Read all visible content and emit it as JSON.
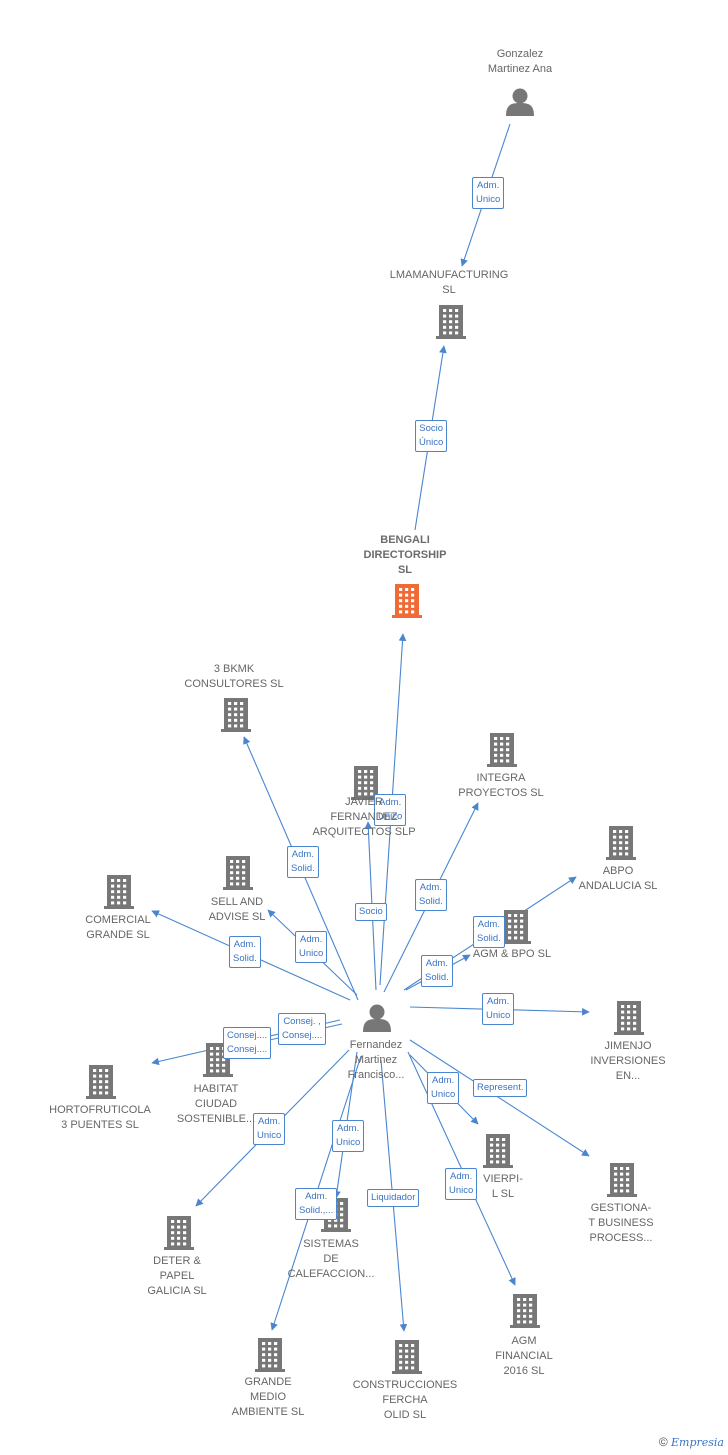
{
  "colors": {
    "edge": "#4a86d0",
    "icon": "#777777",
    "focus": "#f06a35"
  },
  "nodes": [
    {
      "id": "gonzalez",
      "kind": "person",
      "lines": [
        "Gonzalez",
        "Martinez Ana"
      ]
    },
    {
      "id": "lmamanufacturing",
      "kind": "company",
      "lines": [
        "LMAMANUFACTURING",
        "SL"
      ]
    },
    {
      "id": "bengali",
      "kind": "company",
      "focus": true,
      "lines": [
        "BENGALI",
        "DIRECTORSHIP",
        "SL"
      ]
    },
    {
      "id": "3bkmk",
      "kind": "company",
      "lines": [
        "3 BKMK",
        "CONSULTORES SL"
      ]
    },
    {
      "id": "javier",
      "kind": "company",
      "lines": [
        "JAVIER",
        "FERNANDEZ",
        "ARQUITECTOS SLP"
      ]
    },
    {
      "id": "integra",
      "kind": "company",
      "lines": [
        "INTEGRA",
        "PROYECTOS SL"
      ]
    },
    {
      "id": "abpo",
      "kind": "company",
      "lines": [
        "ABPO",
        "ANDALUCIA  SL"
      ]
    },
    {
      "id": "comercial",
      "kind": "company",
      "lines": [
        "COMERCIAL",
        "GRANDE  SL"
      ]
    },
    {
      "id": "sell",
      "kind": "company",
      "lines": [
        "SELL AND",
        "ADVISE  SL"
      ]
    },
    {
      "id": "agm_bpo",
      "kind": "company",
      "lines": [
        "AGM & BPO  SL"
      ]
    },
    {
      "id": "fernandez",
      "kind": "person",
      "lines": [
        "Fernandez",
        "Martinez",
        "Francisco..."
      ]
    },
    {
      "id": "jimenjo",
      "kind": "company",
      "lines": [
        "JIMENJO",
        "INVERSIONES",
        "EN..."
      ]
    },
    {
      "id": "habitat",
      "kind": "company",
      "lines": [
        "HABITAT",
        "CIUDAD",
        "SOSTENIBLE..."
      ]
    },
    {
      "id": "hortofruticola",
      "kind": "company",
      "lines": [
        "HORTOFRUTICOLA",
        "3 PUENTES SL"
      ]
    },
    {
      "id": "vierpil",
      "kind": "company",
      "lines": [
        "VIERPI-",
        "L SL"
      ]
    },
    {
      "id": "gestiona",
      "kind": "company",
      "lines": [
        "GESTIONA-",
        "T BUSINESS",
        "PROCESS..."
      ]
    },
    {
      "id": "deter",
      "kind": "company",
      "lines": [
        "DETER &",
        "PAPEL",
        "GALICIA  SL"
      ]
    },
    {
      "id": "sistemas",
      "kind": "company",
      "lines": [
        "SISTEMAS",
        "DE",
        "CALEFACCION..."
      ]
    },
    {
      "id": "agm_financial",
      "kind": "company",
      "lines": [
        "AGM",
        "FINANCIAL",
        "2016  SL"
      ]
    },
    {
      "id": "grande",
      "kind": "company",
      "lines": [
        "GRANDE",
        "MEDIO",
        "AMBIENTE  SL"
      ]
    },
    {
      "id": "construcciones",
      "kind": "company",
      "lines": [
        "CONSTRUCCIONES",
        "FERCHA",
        "OLID SL"
      ]
    }
  ],
  "edges": [
    {
      "from": "gonzalez",
      "to": "lmamanufacturing",
      "lines": [
        "Adm.",
        "Unico"
      ]
    },
    {
      "from": "bengali",
      "to": "lmamanufacturing",
      "lines": [
        "Socio",
        "Único"
      ]
    },
    {
      "from": "fernandez",
      "to": "bengali",
      "lines": [
        "Adm.",
        "Unico"
      ]
    },
    {
      "from": "fernandez",
      "to": "3bkmk",
      "lines": [
        "Adm.",
        "Solid."
      ]
    },
    {
      "from": "fernandez",
      "to": "javier",
      "lines": [
        "Socio"
      ]
    },
    {
      "from": "fernandez",
      "to": "integra",
      "lines": [
        "Adm.",
        "Solid."
      ]
    },
    {
      "from": "fernandez",
      "to": "abpo",
      "lines": [
        "Adm.",
        "Solid."
      ]
    },
    {
      "from": "fernandez",
      "to": "comercial",
      "lines": [
        "Adm.",
        "Solid."
      ]
    },
    {
      "from": "fernandez",
      "to": "sell",
      "lines": [
        "Adm.",
        "Unico"
      ]
    },
    {
      "from": "fernandez",
      "to": "agm_bpo",
      "lines": [
        "Adm.",
        "Solid."
      ]
    },
    {
      "from": "fernandez",
      "to": "jimenjo",
      "lines": [
        "Adm.",
        "Unico"
      ]
    },
    {
      "from": "fernandez",
      "to": "habitat",
      "lines": [
        "Consej. ,",
        "Consej...."
      ]
    },
    {
      "from": "fernandez",
      "to": "hortofruticola",
      "lines": [
        "Consej....",
        "Consej...."
      ]
    },
    {
      "from": "fernandez",
      "to": "vierpil",
      "lines": [
        "Adm.",
        "Unico"
      ]
    },
    {
      "from": "fernandez",
      "to": "gestiona",
      "lines": [
        "Represent."
      ]
    },
    {
      "from": "fernandez",
      "to": "deter",
      "lines": [
        "Adm.",
        "Unico"
      ]
    },
    {
      "from": "fernandez",
      "to": "sistemas",
      "lines": [
        "Adm.",
        "Unico"
      ]
    },
    {
      "from": "fernandez",
      "to": "agm_financial",
      "lines": [
        "Adm.",
        "Unico"
      ]
    },
    {
      "from": "fernandez",
      "to": "grande",
      "lines": [
        "Adm.",
        "Solid.,..."
      ]
    },
    {
      "from": "fernandez",
      "to": "construcciones",
      "lines": [
        "Liquidador"
      ]
    }
  ],
  "footer": {
    "copyright": "©",
    "brand": "Empresia"
  }
}
